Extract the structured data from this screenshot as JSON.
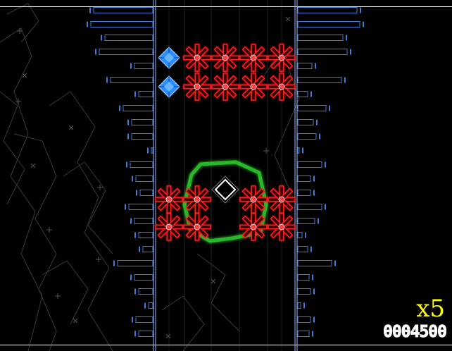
{
  "hud": {
    "multiplier": "x5",
    "score": "0004500"
  },
  "colors": {
    "background": "#000000",
    "wall": "#3f7bd9",
    "enemy": "#ff1a1a",
    "gem": "#2a8cff",
    "player": "#ffffff",
    "shield": "#2ecc2e",
    "multiplier": "#ffff00",
    "score": "#ffffff"
  },
  "game": {
    "enemy_type": "red-starburst-enemy",
    "gem_type": "blue-diamond-gem",
    "player_type": "white-diamond-ship",
    "shield_type": "green-shield"
  }
}
